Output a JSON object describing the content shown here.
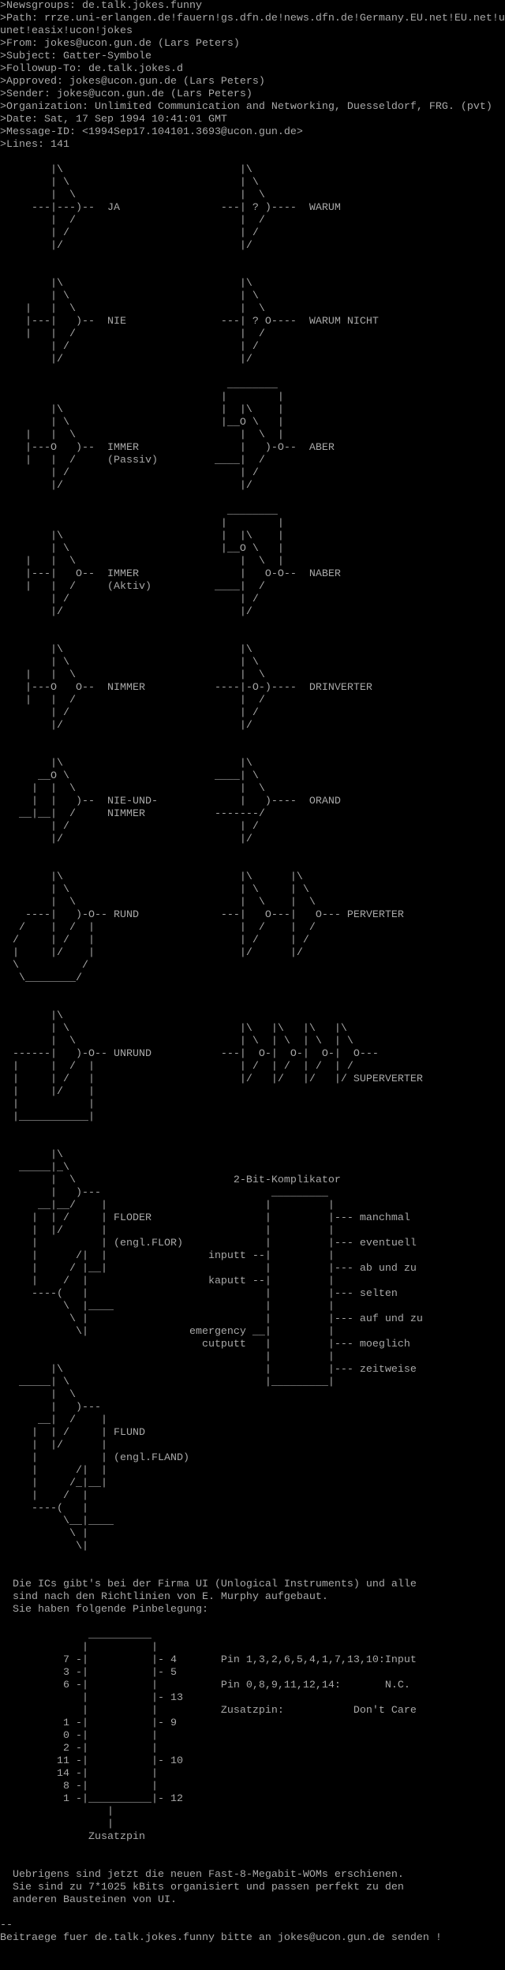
{
  "article": {
    "lines": [
      ">Newsgroups: de.talk.jokes.funny",
      ">Path: rrze.uni-erlangen.de!fauern!gs.dfn.de!news.dfn.de!Germany.EU.net!EU.net!u",
      "unet!easix!ucon!jokes",
      ">From: jokes@ucon.gun.de (Lars Peters)",
      ">Subject: Gatter-Symbole",
      ">Followup-To: de.talk.jokes.d",
      ">Approved: jokes@ucon.gun.de (Lars Peters)",
      ">Sender: jokes@ucon.gun.de (Lars Peters)",
      ">Organization: Unlimited Communication and Networking, Duesseldorf, FRG. (pvt)",
      ">Date: Sat, 17 Sep 1994 10:41:01 GMT",
      ">Message-ID: <1994Sep17.104101.3693@ucon.gun.de>",
      ">Lines: 141",
      "",
      "        |\\                            |\\",
      "        | \\                           | \\",
      "        |  \\                          |  \\",
      "     ---|---)--  JA                ---| ? )----  WARUM",
      "        |  /                          |  /",
      "        | /                           | /",
      "        |/                            |/",
      "",
      "",
      "        |\\                            |\\",
      "        | \\                           | \\",
      "    |   |  \\                          |  \\",
      "    |---|   )--  NIE               ---| ? O----  WARUM NICHT",
      "    |   |  /                          |  /",
      "        | /                           | /",
      "        |/                            |/",
      "",
      "                                    ________",
      "                                   |        |",
      "        |\\                         |  |\\    |",
      "        | \\                        |__O \\   |",
      "    |   |  \\                          |  \\  |",
      "    |---O   )--  IMMER                |   )-O--  ABER",
      "    |   |  /     (Passiv)         ____|  /",
      "        | /                           | /",
      "        |/                            |/",
      "",
      "                                    ________",
      "                                   |        |",
      "        |\\                         |  |\\    |",
      "        | \\                        |__O \\   |",
      "    |   |  \\                          |  \\  |",
      "    |---|   O--  IMMER                |   O-O--  NABER",
      "    |   |  /     (Aktiv)          ____|  /",
      "        | /                           | /",
      "        |/                            |/",
      "",
      "",
      "        |\\                            |\\",
      "        | \\                           | \\",
      "    |   |  \\                          |  \\",
      "    |---O   O--  NIMMER           ----|-O-)----  DRINVERTER",
      "    |   |  /                          |  /",
      "        | /                           | /",
      "        |/                            |/",
      "",
      "",
      "        |\\                            |\\",
      "      __O \\                       ____| \\",
      "     |  |  \\                          |  \\",
      "     |  |   )--  NIE-UND-             |   )----  ORAND",
      "   __|__|  /     NIMMER           -------/",
      "        | /                           | /",
      "        |/                            |/",
      "",
      "",
      "        |\\                            |\\      |\\",
      "        | \\                           | \\     | \\",
      "        |  \\                          |  \\    |  \\",
      "    ----|   )-O-- RUND             ---|   O---|   O--- PERVERTER",
      "   /    |  /  |                       |  /    |  /",
      "  /     | /   |                       | /     | /",
      "  |     |/    |                       |/      |/",
      "  \\          /",
      "   \\________/",
      "",
      "",
      "        |\\",
      "        | \\                           |\\   |\\   |\\   |\\",
      "        |  \\                          | \\  | \\  | \\  | \\",
      "  ------|   )-O-- UNRUND           ---|  O-|  O-|  O-|  O---",
      "  |     |  /  |                       | /  | /  | /  | /",
      "  |     | /   |                       |/   |/   |/   |/ SUPERVERTER",
      "  |     |/    |",
      "  |           |",
      "  |___________|",
      "",
      "",
      "        |\\",
      "   _____|_\\",
      "        |  \\                         2-Bit-Komplikator",
      "        |   )---                           _________",
      "      __|__/    |                         |         |",
      "     |  | /     | FLODER                  |         |--- manchmal",
      "     |  |/      |                         |         |",
      "     |          | (engl.FLOR)             |         |--- eventuell",
      "     |      /|  |                inputt --|         |",
      "     |     / |__|                         |         |--- ab und zu",
      "     |    /  |                   kaputt --|         |",
      "     ----(   |                            |         |--- selten",
      "          \\  |____                        |         |",
      "           \\ |                            |         |--- auf und zu",
      "            \\|                emergency __|         |",
      "                                cutputt   |         |--- moeglich",
      "                                          |         |",
      "        |\\                                |         |--- zeitweise",
      "   _____| \\                               |_________|",
      "        |  \\",
      "        |   )---",
      "      __|  /    |",
      "     |  | /     | FLUND",
      "     |  |/      |",
      "     |          | (engl.FLAND)",
      "     |      /|  |",
      "     |     /_|__|",
      "     |    /  |",
      "     ----(   |",
      "          \\__|____",
      "           \\ |",
      "            \\|",
      "",
      "",
      "  Die ICs gibt's bei der Firma UI (Unlogical Instruments) und alle",
      "  sind nach den Richtlinien von E. Murphy aufgebaut.",
      "  Sie haben folgende Pinbelegung:",
      "",
      "              __________",
      "             |          |",
      "          7 -|          |- 4       Pin 1,3,2,6,5,4,1,7,13,10:Input",
      "          3 -|          |- 5",
      "          6 -|          |          Pin 0,8,9,11,12,14:       N.C.",
      "             |          |- 13",
      "             |          |          Zusatzpin:           Don't Care",
      "          1 -|          |- 9",
      "          0 -|          |",
      "          2 -|          |",
      "         11 -|          |- 10",
      "         14 -|          |",
      "          8 -|          |",
      "          1 -|__________|- 12",
      "                 |",
      "                 |",
      "              Zusatzpin",
      "",
      "",
      "  Uebrigens sind jetzt die neuen Fast-8-Megabit-WOMs erschienen.",
      "  Sie sind zu 7*1025 kBits organisiert und passen perfekt zu den",
      "  anderen Bausteinen von UI.",
      "",
      "--",
      "Beitraege fuer de.talk.jokes.funny bitte an jokes@ucon.gun.de senden !"
    ]
  },
  "colors": {
    "background": "#000000",
    "text": "#a8a8a8"
  }
}
